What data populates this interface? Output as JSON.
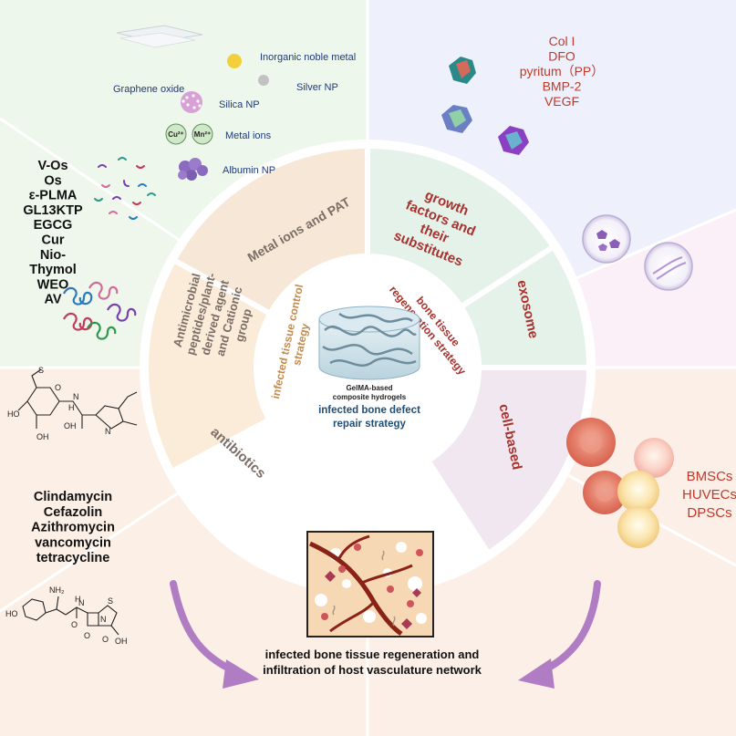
{
  "colors": {
    "top_left_bg": "#edf7ec",
    "top_right_bg": "#eef1fb",
    "left_bg": "#eff7ec",
    "right_bg": "#fbf0f7",
    "bottom_left_bg": "#fcefe6",
    "bottom_right_bg": "#fcefe8",
    "title_red": "#c0392b",
    "dark_red": "#a8322e",
    "metal_seg": "#f6e7d6",
    "growth_seg": "#e4f2ea",
    "antimicrobial_seg": "#faecd9",
    "exosome_seg": "#e4f2ea",
    "antibiotics_seg": "#f8e5e2",
    "cell_seg": "#f0e7f0",
    "grey_text": "#7a6e67",
    "orange_text": "#c58a4a",
    "navy_text": "#1f4e79",
    "arrow_purple": "#b07dc4"
  },
  "ring": {
    "metal_ions": "Metal ions and PAT",
    "growth_factors": [
      "growth",
      "factors and",
      "their",
      "substitutes"
    ],
    "antimicrobial": [
      "Antimicrobial",
      "peptides/plant-",
      "derived agent",
      "and Cationic",
      "group"
    ],
    "exosome": "exosome",
    "antibiotics": "antibiotics",
    "cell_based": "cell-based"
  },
  "center": {
    "left_strategy": [
      "infected tissue control",
      "strategy"
    ],
    "right_strategy": [
      "bone tissue",
      "regeneration strategy"
    ],
    "hydrogel_label": [
      "GelMA-based",
      "composite hydrogels"
    ],
    "repair_label": [
      "infected bone defect",
      "repair strategy"
    ]
  },
  "top_left": {
    "graphene": "Graphene oxide",
    "inorganic": "Inorganic noble metal",
    "silver": "Silver NP",
    "silica": "Silica NP",
    "metal_ions": "Metal ions",
    "cu": "Cu²⁺",
    "mn": "Mn²⁺",
    "albumin": "Albumin NP"
  },
  "top_right": {
    "items": [
      "Col I",
      "DFO",
      "pyritum（PP）",
      "BMP-2",
      "VEGF"
    ]
  },
  "left_list": {
    "items": [
      "V-Os",
      "Os",
      "ε-PLMA",
      "GL13KTP",
      "EGCG",
      "Cur",
      "Nio-",
      "Thymol",
      "WEO",
      "AV"
    ]
  },
  "antibiotic_list": {
    "items": [
      "Clindamycin",
      "Cefazolin",
      "Azithromycin",
      "vancomycin",
      "tetracycline"
    ]
  },
  "molecule_labels": {
    "s": "S",
    "o1": "O",
    "ho1": "HO",
    "oh1": "OH",
    "oh2": "OH",
    "h1": "H",
    "n1": "N",
    "n2": "N",
    "nh2": "NH₂",
    "ho2": "HO",
    "h2": "H",
    "n3": "N",
    "s2": "S",
    "o2": "O",
    "o3": "O",
    "n4": "N",
    "oh3": "OH",
    "o4": "O"
  },
  "cells": {
    "items": [
      "BMSCs",
      "HUVECs",
      "DPSCs"
    ]
  },
  "bottom": {
    "caption": [
      "infected bone tissue regeneration and",
      "infiltration of host vasculature network"
    ]
  }
}
